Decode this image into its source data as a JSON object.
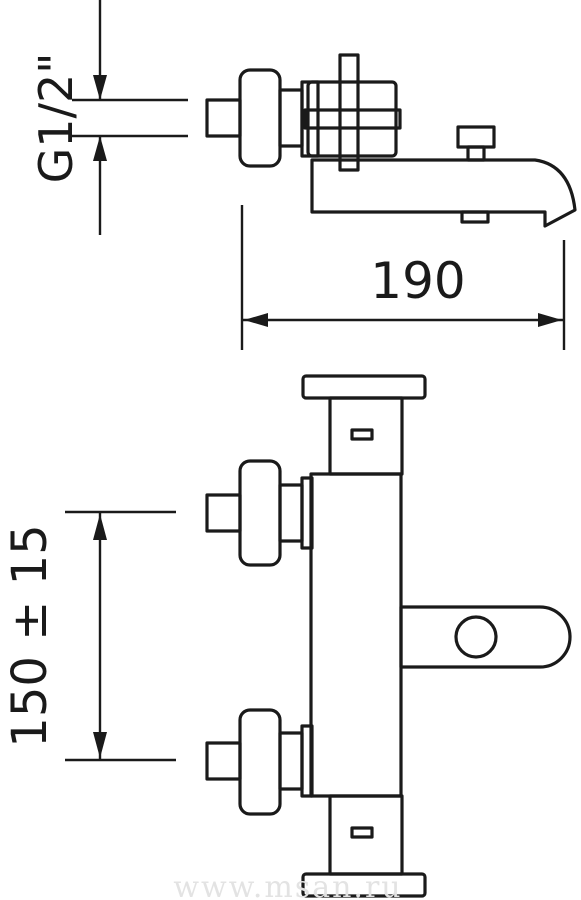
{
  "dimensions": {
    "thread": "G1/2\"",
    "width": "190",
    "inlet_spacing": "150 ± 15"
  },
  "watermark": "www.msan.ru"
}
